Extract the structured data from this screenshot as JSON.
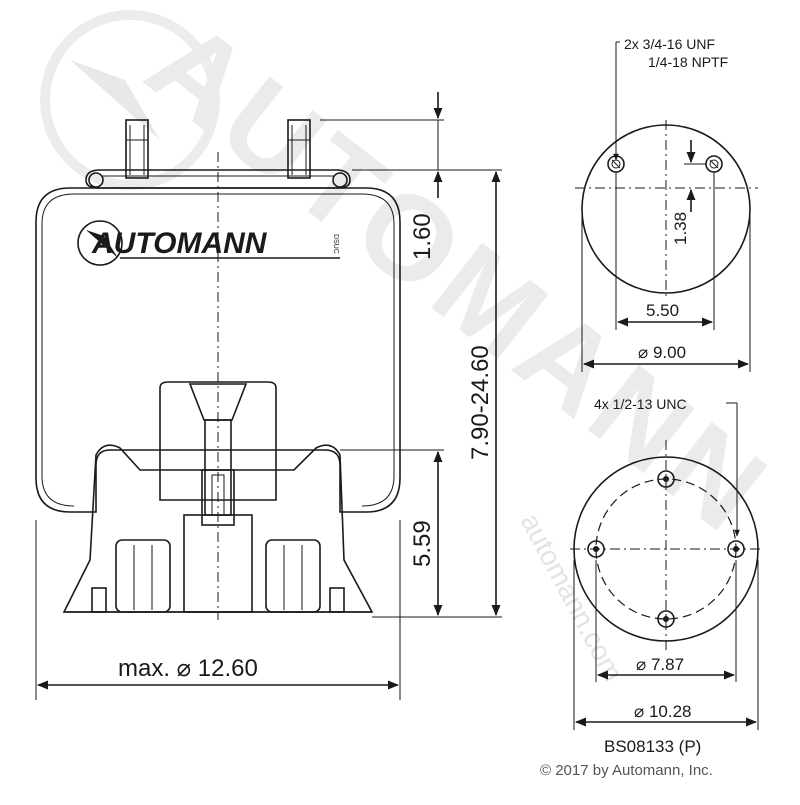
{
  "brand": {
    "logo_text": "AUTOMANN",
    "logo_suffix": "DSUC",
    "watermark_url": "automann.com"
  },
  "side_view": {
    "height_top_label": "1.60",
    "height_range_label": "7.90-24.60",
    "bottom_height_label": "5.59",
    "max_diameter_label": "max.  ⌀ 12.60"
  },
  "top_plate": {
    "thread_note_line1": "2x 3/4-16 UNF",
    "thread_note_line2": "1/4-18 NPTF",
    "offset_label": "1.38",
    "stud_spacing_label": "5.50",
    "diameter_label": "⌀ 9.00"
  },
  "bottom_plate": {
    "thread_note": "4x 1/2-13 UNC",
    "bolt_circle_label": "⌀ 7.87",
    "diameter_label": "⌀ 10.28"
  },
  "part_number": "BS08133 (P)",
  "copyright": "© 2017 by Automann, Inc.",
  "colors": {
    "line": "#1a1a1a",
    "watermark": "#e6e6e6",
    "background": "#ffffff"
  }
}
